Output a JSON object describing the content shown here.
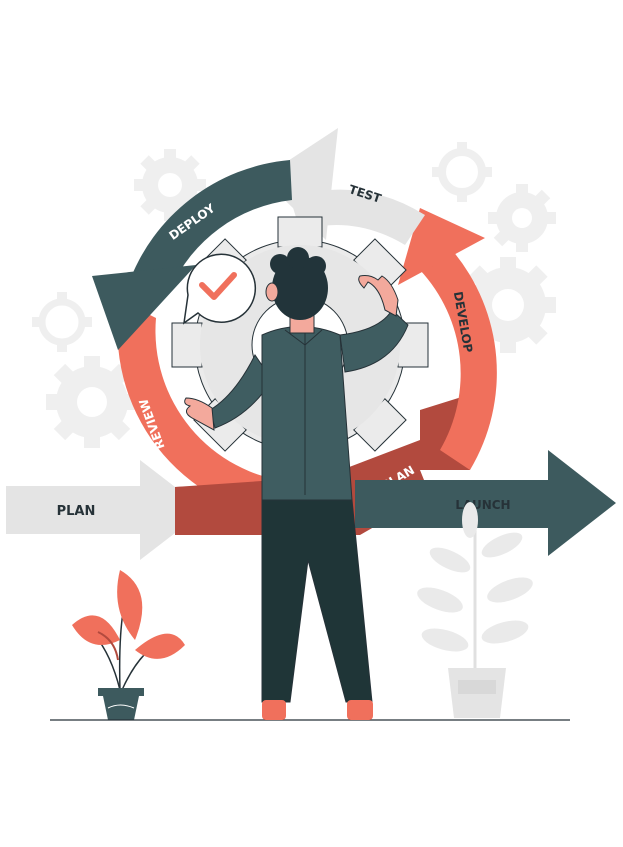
{
  "labels": {
    "plan_left": "PLAN",
    "deploy": "DEPLOY",
    "test": "TEST",
    "develop": "DEVELOP",
    "review": "REVIEW",
    "plan_cycle": "PLAN",
    "launch": "LAUNCH"
  },
  "colors": {
    "dark_teal": "#3d5a5e",
    "coral": "#f0705c",
    "coral_dark": "#b24a3e",
    "light_gray": "#e4e4e4",
    "gear_gray": "#ebebeb",
    "skin": "#f3a99c",
    "hair": "#22343a",
    "pants": "#1f3537",
    "jacket": "#3f5d61"
  },
  "icons": {
    "check_bubble": "check-icon"
  }
}
